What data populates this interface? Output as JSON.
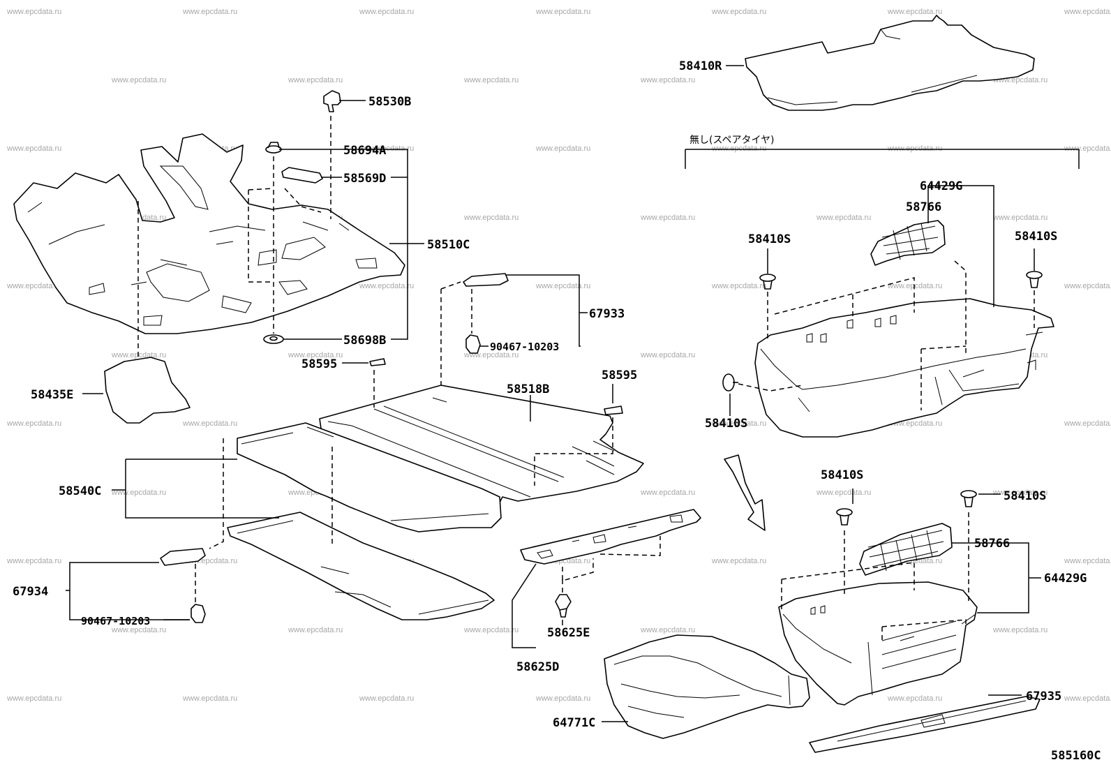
{
  "watermark": "www.epcdata.ru",
  "variant_note": "無し(スペアタイヤ)",
  "illustration_code": "585160C",
  "labels": {
    "l58410R": "58410R",
    "l58530B": "58530B",
    "l58694A": "58694A",
    "l58569D": "58569D",
    "l58510C": "58510C",
    "l58698B": "58698B",
    "l58595a": "58595",
    "l58595b": "58595",
    "l58435E": "58435E",
    "l67933": "67933",
    "l90467a": "90467-10203",
    "l58518B": "58518B",
    "l58540C": "58540C",
    "l67934": "67934",
    "l90467b": "90467-10203",
    "l58625E": "58625E",
    "l58625D": "58625D",
    "l64771C": "64771C",
    "l64429Ga": "64429G",
    "l58766a": "58766",
    "l58410Sa": "58410S",
    "l58410Sb": "58410S",
    "l58410Sc": "58410S",
    "l58410Sd": "58410S",
    "l58410Se": "58410S",
    "l58766b": "58766",
    "l64429Gb": "64429G",
    "l67935": "67935"
  }
}
